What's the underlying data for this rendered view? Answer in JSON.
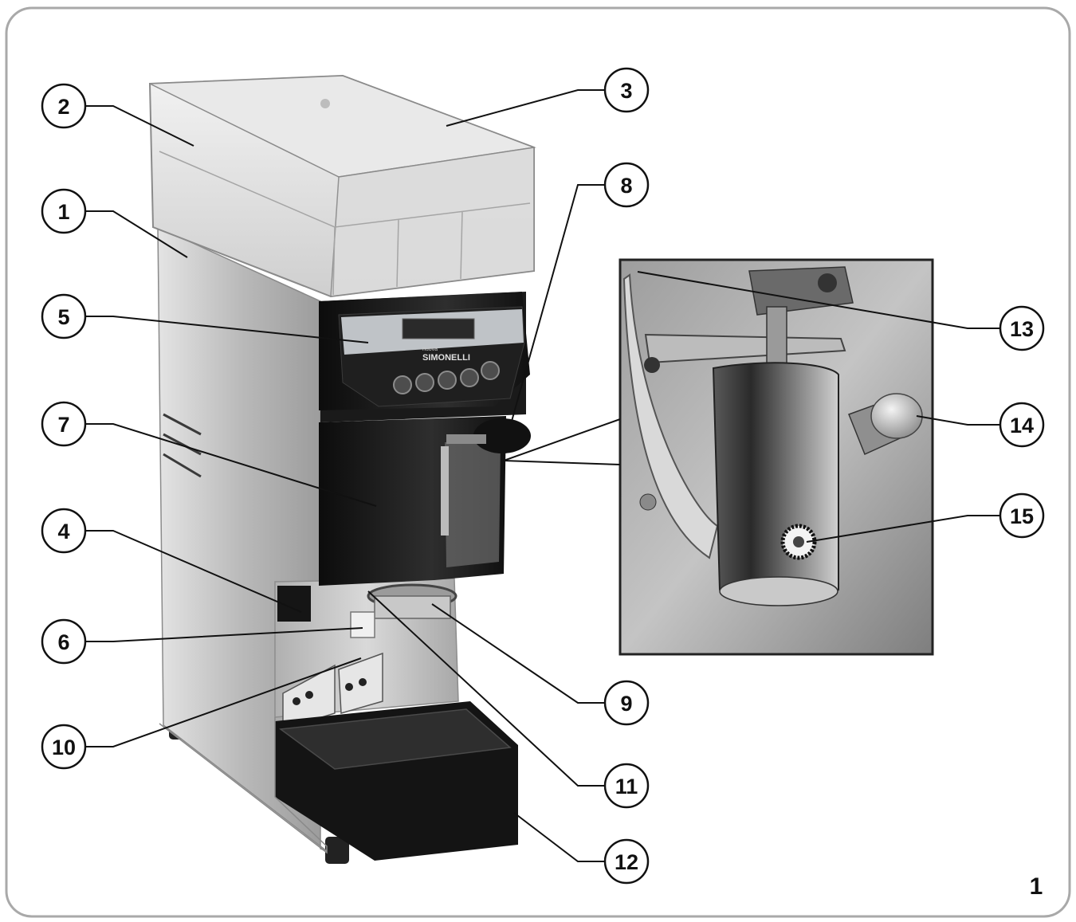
{
  "figure": {
    "number": "1",
    "brand_name": "SIMONELLI",
    "brand_prefix": "nuova"
  },
  "callouts": [
    {
      "id": "c1",
      "label": "1"
    },
    {
      "id": "c2",
      "label": "2"
    },
    {
      "id": "c3",
      "label": "3"
    },
    {
      "id": "c4",
      "label": "4"
    },
    {
      "id": "c5",
      "label": "5"
    },
    {
      "id": "c6",
      "label": "6"
    },
    {
      "id": "c7",
      "label": "7"
    },
    {
      "id": "c8",
      "label": "8"
    },
    {
      "id": "c9",
      "label": "9"
    },
    {
      "id": "c10",
      "label": "10"
    },
    {
      "id": "c11",
      "label": "11"
    },
    {
      "id": "c12",
      "label": "12"
    },
    {
      "id": "c13",
      "label": "13"
    },
    {
      "id": "c14",
      "label": "14"
    },
    {
      "id": "c15",
      "label": "15"
    }
  ],
  "colors": {
    "frame": "#a9a9a9",
    "steel_light": "#d6d6d6",
    "steel_dark": "#8e8e8e",
    "black_part": "#1c1c1c",
    "leader": "#111111"
  }
}
